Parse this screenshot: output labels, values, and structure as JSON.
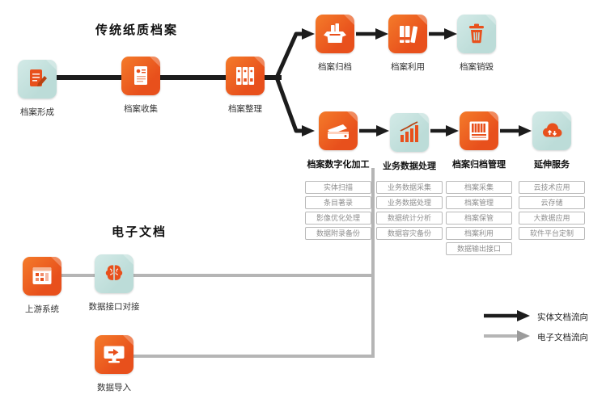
{
  "titles": {
    "paper": "传统纸质档案",
    "electronic": "电子文档"
  },
  "colors": {
    "orange": "#e8501c",
    "teal": "#bcdcd8",
    "flow_physical": "#1c1c1c",
    "flow_electronic": "#9b9b9b"
  },
  "nodes": {
    "formation": {
      "label": "档案形成"
    },
    "collection": {
      "label": "档案收集"
    },
    "organization": {
      "label": "档案整理"
    },
    "filing": {
      "label": "档案归档"
    },
    "utilization": {
      "label": "档案利用"
    },
    "destruction": {
      "label": "档案销毁"
    },
    "digitization": {
      "label": "档案数字化加工",
      "items": [
        "实体扫描",
        "条目著录",
        "影像优化处理",
        "数据附录备份"
      ]
    },
    "business": {
      "label": "业务数据处理",
      "items": [
        "业务数据采集",
        "业务数据处理",
        "数据统计分析",
        "数据容灾备份"
      ]
    },
    "archive_mgmt": {
      "label": "档案归档管理",
      "items": [
        "档案采集",
        "档案管理",
        "档案保管",
        "档案利用",
        "数据输出接口"
      ]
    },
    "extended": {
      "label": "延伸服务",
      "items": [
        "云技术应用",
        "云存储",
        "大数据应用",
        "软件平台定制"
      ]
    },
    "upstream": {
      "label": "上游系统"
    },
    "interface": {
      "label": "数据接口对接"
    },
    "import": {
      "label": "数据导入"
    }
  },
  "legend": {
    "physical": "实体文档流向",
    "electronic": "电子文档流向"
  }
}
